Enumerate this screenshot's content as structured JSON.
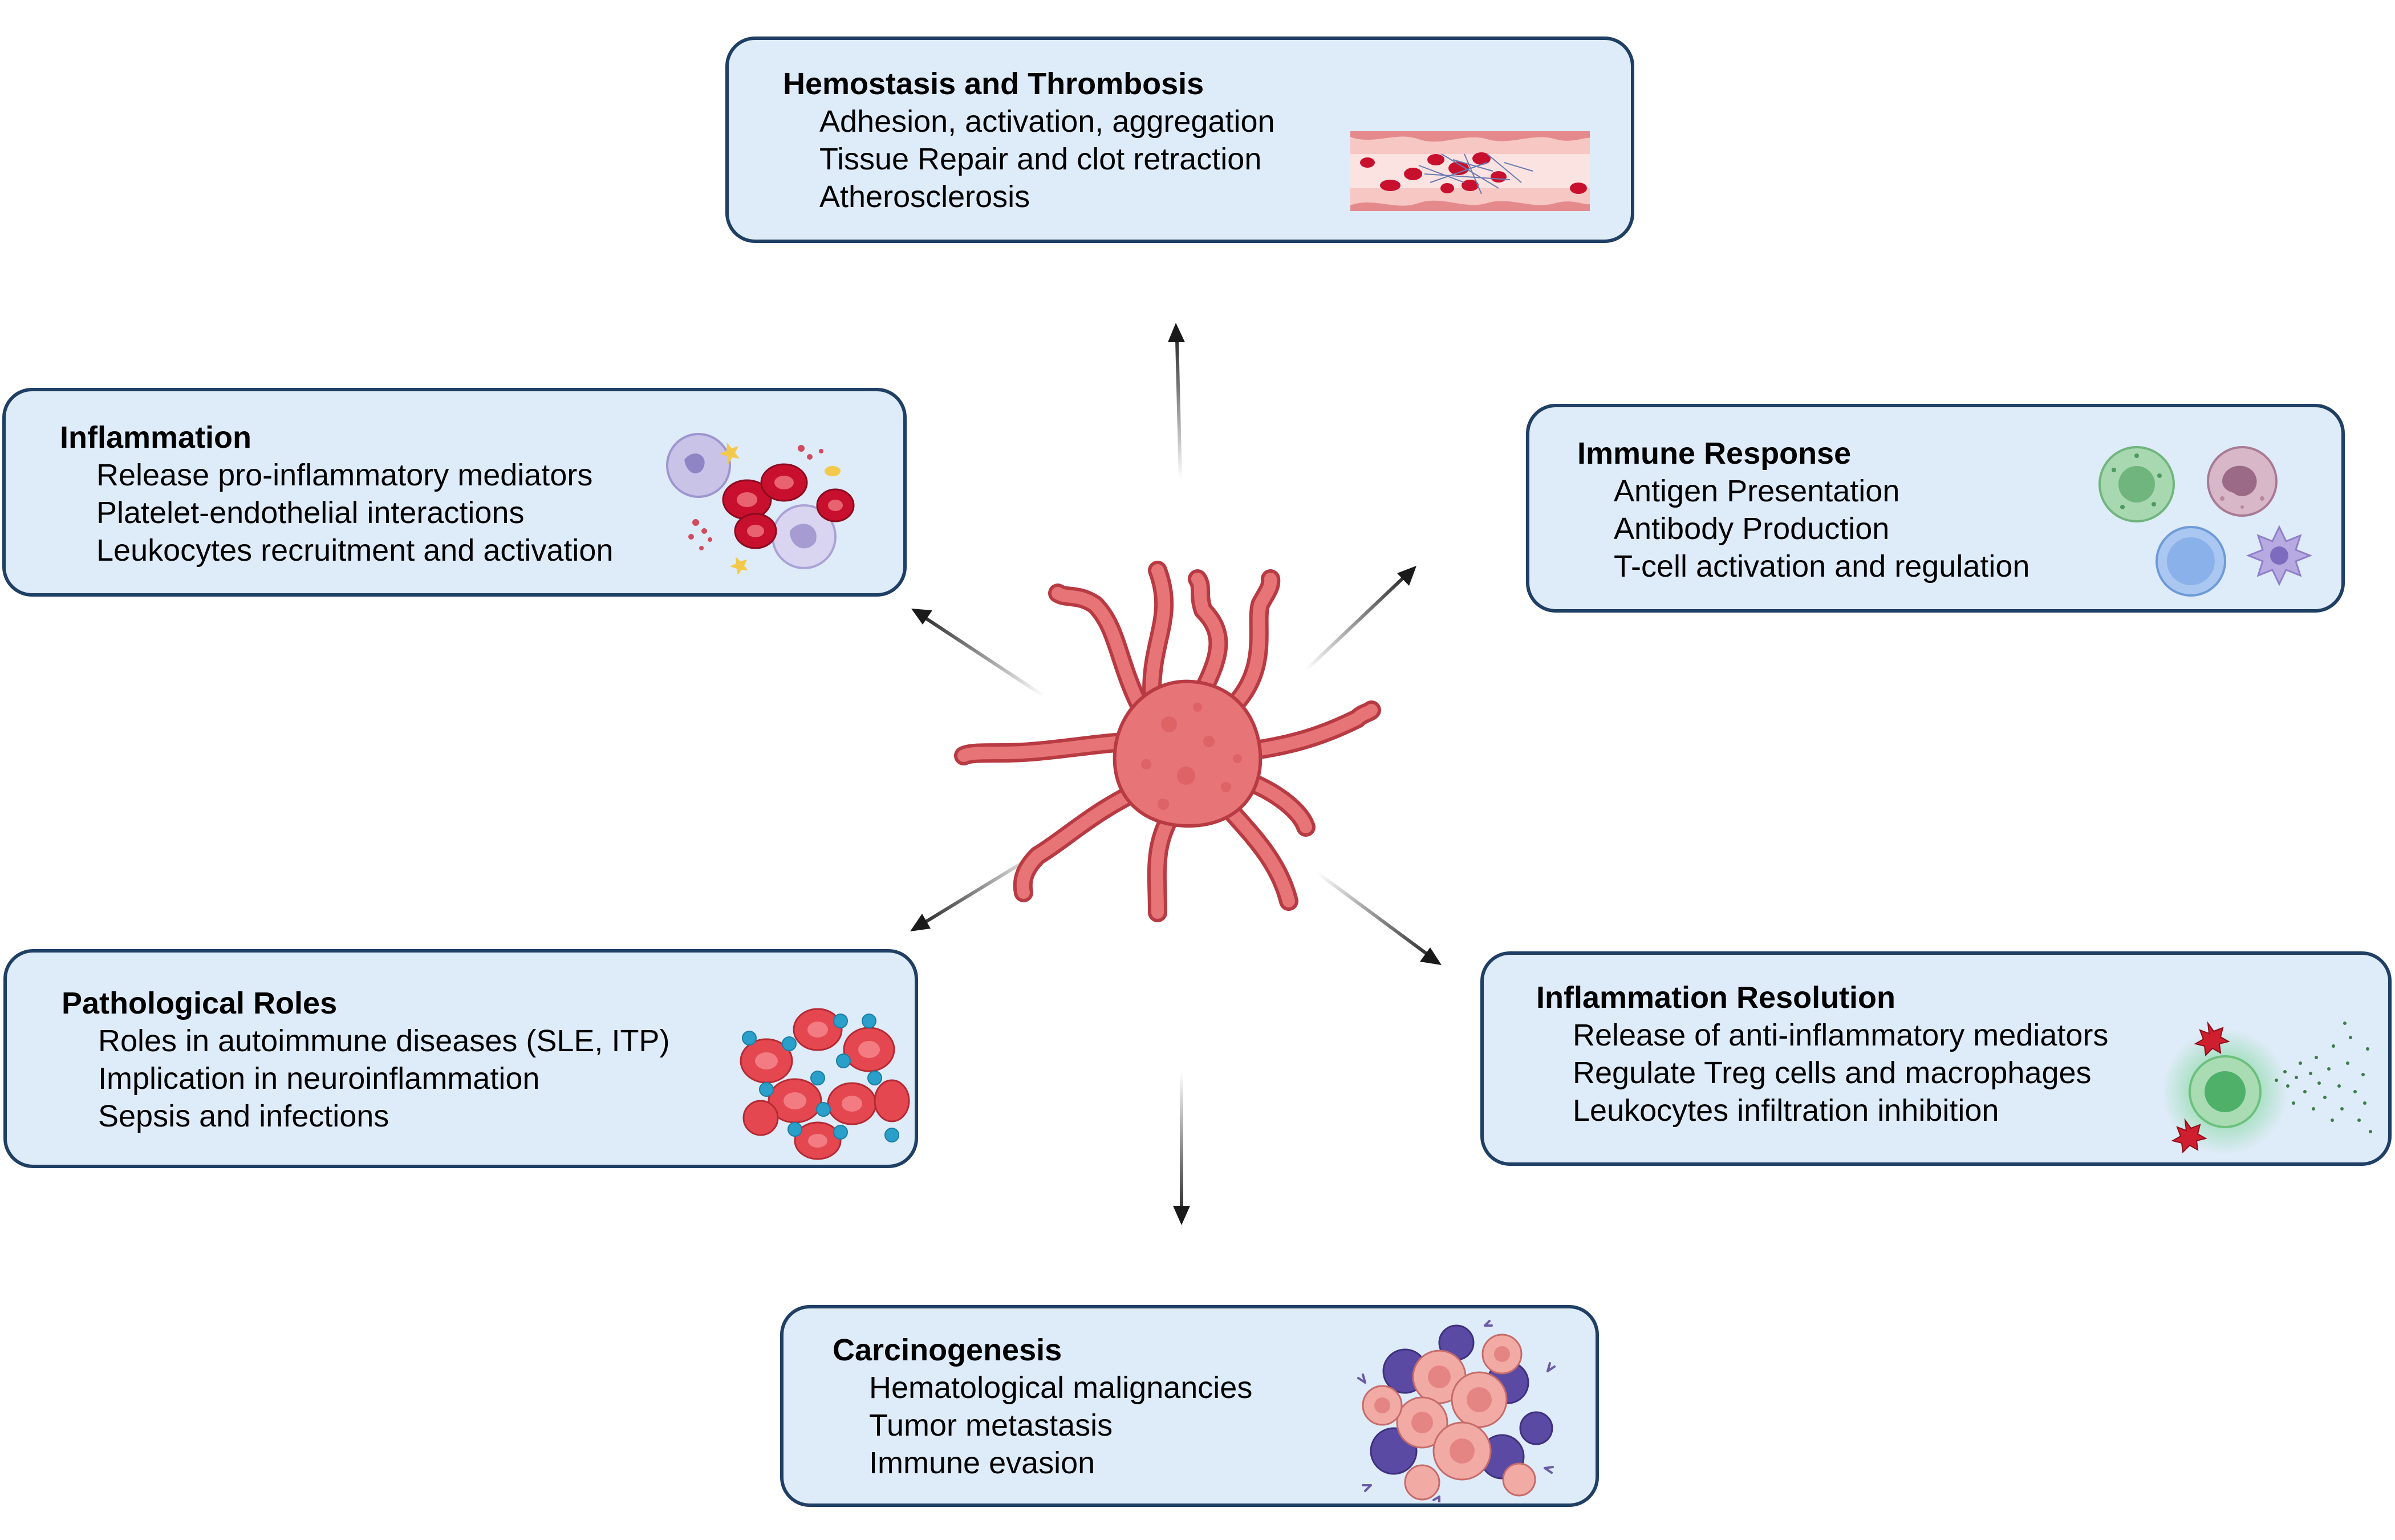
{
  "center": {
    "icon": "activated-platelet-icon"
  },
  "panels": {
    "hemostasis": {
      "title": "Hemostasis and Thrombosis",
      "items": [
        "Adhesion, activation, aggregation",
        "Tissue Repair and clot retraction",
        "Atherosclerosis"
      ],
      "icon": "blood-vessel-clot-icon"
    },
    "inflammation": {
      "title": "Inflammation",
      "items": [
        "Release pro-inflammatory mediators",
        "Platelet-endothelial interactions",
        "Leukocytes recruitment and activation"
      ],
      "icon": "inflammatory-cells-icon"
    },
    "immune": {
      "title": "Immune Response",
      "items": [
        "Antigen Presentation",
        "Antibody Production",
        "T-cell activation and regulation"
      ],
      "icon": "immune-cells-icon"
    },
    "pathological": {
      "title": "Pathological Roles",
      "items": [
        "Roles in autoimmune diseases (SLE, ITP)",
        "Implication in neuroinflammation",
        "Sepsis and infections"
      ],
      "icon": "virus-infected-cells-icon"
    },
    "resolution": {
      "title": "Inflammation Resolution",
      "items": [
        "Release of anti-inflammatory mediators",
        "Regulate Treg cells and macrophages",
        "Leukocytes infiltration inhibition"
      ],
      "icon": "treg-platelet-mediators-icon"
    },
    "carcinogenesis": {
      "title": "Carcinogenesis",
      "items": [
        "Hematological malignancies",
        "Tumor metastasis",
        "Immune evasion"
      ],
      "icon": "tumor-cell-cluster-icon"
    }
  },
  "colors": {
    "panel_fill": "#deebf8",
    "panel_border": "#1f3f64",
    "platelet": "#e77476",
    "platelet_outline": "#b83a42",
    "rbc": "#c8102e",
    "arrow": "#1a1a1a"
  }
}
